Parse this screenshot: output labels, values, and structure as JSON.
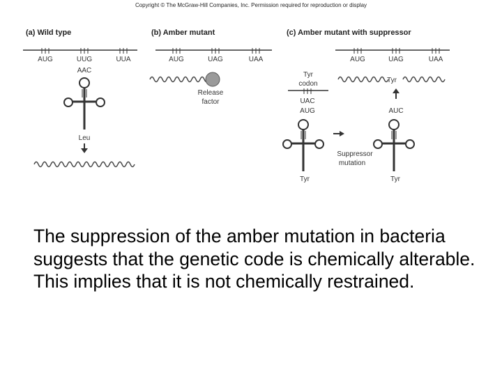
{
  "copyright": "Copyright © The McGraw-Hill Companies, Inc. Permission required for reproduction or display",
  "panels": {
    "a": {
      "title": "(a) Wild type",
      "codons": [
        "AUG",
        "UUG",
        "UUA"
      ],
      "anticodon": "AAC",
      "amino_acid": "Leu"
    },
    "b": {
      "title": "(b) Amber mutant",
      "codons": [
        "AUG",
        "UAG",
        "UAA"
      ],
      "release_factor": [
        "Release",
        "factor"
      ]
    },
    "c": {
      "title": "(c) Amber mutant with suppressor",
      "codons": [
        "AUG",
        "UAG",
        "UAA"
      ],
      "top_amino_acid": "Tyr",
      "tyr_codon": [
        "Tyr",
        "codon"
      ],
      "codon_uac": "UAC",
      "left_anticodon": "AUG",
      "right_anticodon": "AUC",
      "left_amino_acid": "Tyr",
      "right_amino_acid": "Tyr",
      "suppressor": [
        "Suppressor",
        "mutation"
      ]
    }
  },
  "caption": "The suppression of the amber mutation in bacteria suggests that the genetic code is chemically alterable.  This implies that it is not chemically restrained."
}
